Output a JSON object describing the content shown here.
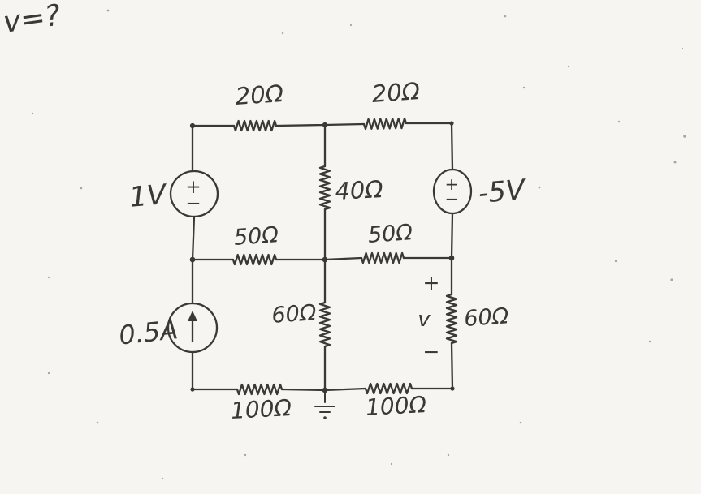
{
  "colors": {
    "ink": "#3b3835",
    "paper": "#f6f5f2"
  },
  "question": "v=?",
  "resistors": {
    "top_left": "20Ω",
    "top_right": "20Ω",
    "mid_vertical": "40Ω",
    "mid_left": "50Ω",
    "mid_right": "50Ω",
    "lower_mid": "60Ω",
    "lower_right": "60Ω",
    "bottom_left": "100Ω",
    "bottom_right": "100Ω"
  },
  "sources": {
    "left_voltage": {
      "value": "1V",
      "plus": "+",
      "minus": "−"
    },
    "right_voltage": {
      "value": "-5V",
      "plus": "+",
      "minus": "−"
    },
    "current": {
      "value": "0.5A"
    }
  },
  "measurement": {
    "plus": "+",
    "label": "v",
    "minus": "−"
  }
}
